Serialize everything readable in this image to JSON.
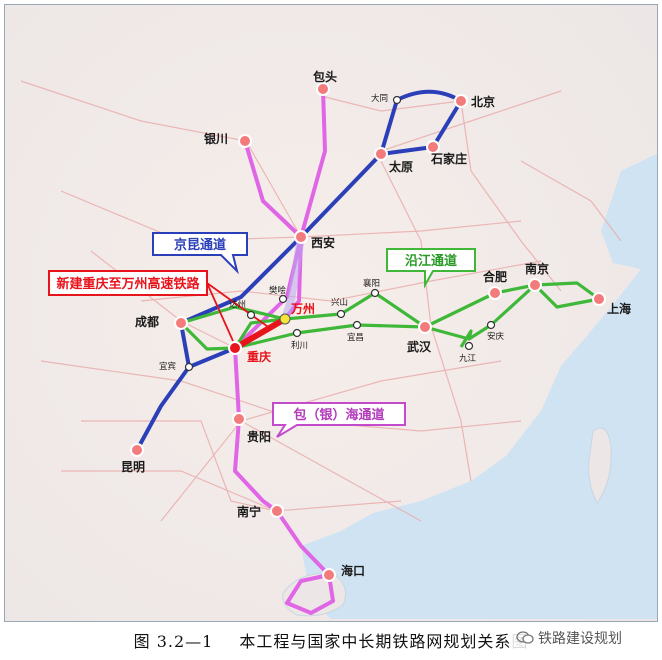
{
  "caption": {
    "number": "图 3.2—1",
    "title": "本工程与国家中长期铁路网规划关系图"
  },
  "watermark": {
    "text": "铁路建设规划",
    "icon": "chat-bubble-icon"
  },
  "callouts": {
    "jingkun": "京昆通道",
    "yanjiang": "沿江通道",
    "baohai": "包（银）海通道",
    "new_line": "新建重庆至万州高速铁路"
  },
  "cities": {
    "baotou": "包头",
    "beijing": "北京",
    "datong": "大同",
    "yinchuan": "银川",
    "shijiazhuang": "石家庄",
    "taiyuan": "太原",
    "xian": "西安",
    "xiangyang": "襄阳",
    "hefei": "合肥",
    "nanjing": "南京",
    "shanghai": "上海",
    "dazhou": "达州",
    "fanxian": "樊哙",
    "wanzhou": "万州",
    "xingshan": "兴山",
    "chengdu": "成都",
    "lichuan": "利川",
    "yichang": "宜昌",
    "wuhan": "武汉",
    "anqing": "安庆",
    "jiujiang": "九江",
    "chongqing": "重庆",
    "yibin": "宜宾",
    "guiyang": "贵阳",
    "kunming": "昆明",
    "nanning": "南宁",
    "haikou": "海口"
  },
  "colors": {
    "jingkun_line": "#2b3fb8",
    "yanjiang_line": "#3fb83a",
    "baohai_line": "#e066e6",
    "new_line": "#e8141c",
    "sea": "#cfe3f2"
  }
}
